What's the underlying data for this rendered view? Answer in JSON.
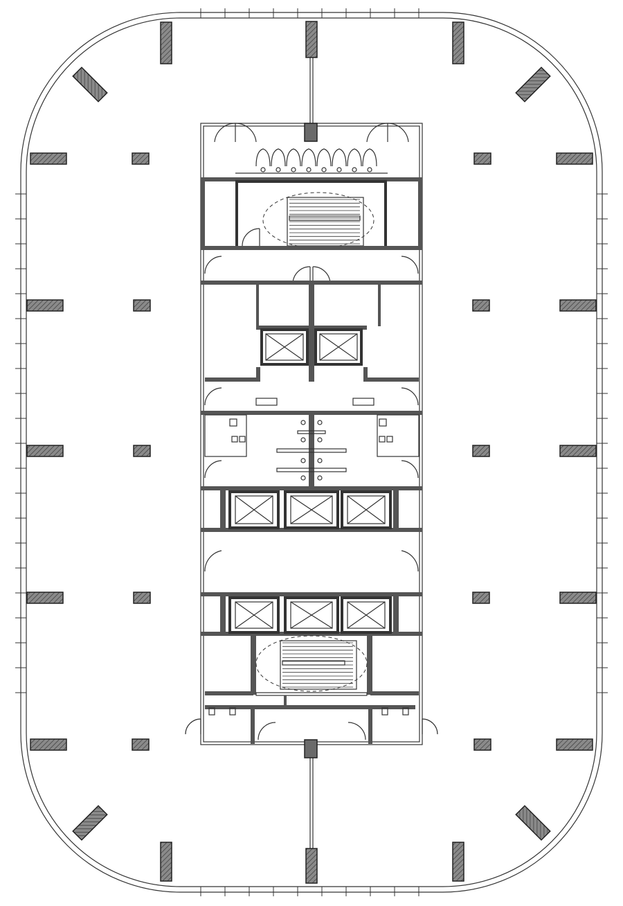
{
  "drawing": {
    "type": "floor-plan",
    "colors": {
      "line": "#333333",
      "column": "#6a6a6a",
      "wall": "#555555",
      "background": "#ffffff"
    },
    "elements": [
      "outer-facade",
      "perimeter-columns",
      "interior-columns",
      "central-core",
      "stairwell-top",
      "stairwell-bottom",
      "elevator-shafts",
      "restrooms",
      "corridors",
      "doors"
    ],
    "counts": {
      "elevator_shafts": 8,
      "stairwells": 2
    }
  }
}
